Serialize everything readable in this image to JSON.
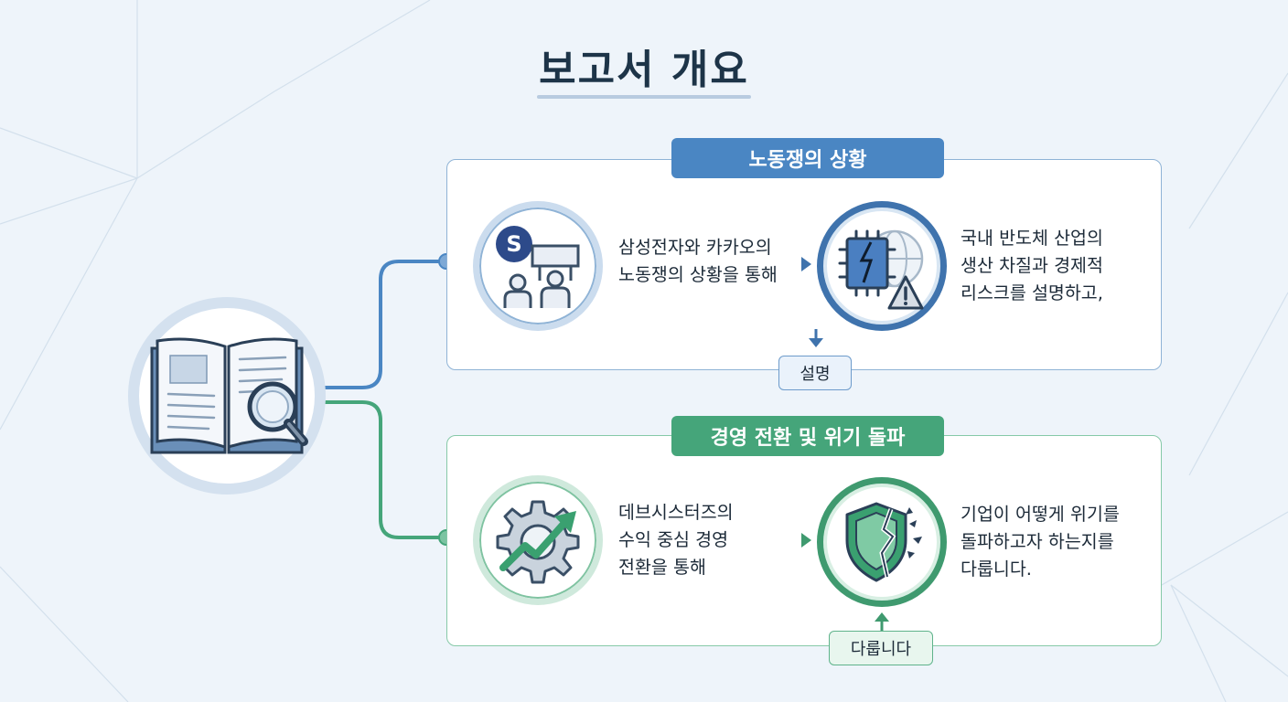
{
  "title": "보고서 개요",
  "colors": {
    "blue_accent": "#4a86c3",
    "blue_dark": "#3f73ad",
    "green_accent": "#45a57a",
    "green_dark": "#3f9a6f",
    "background": "#eef4fa",
    "title_text": "#1d3448"
  },
  "center": {
    "icon": "book-magnifier-icon"
  },
  "sections": [
    {
      "header": "노동쟁의 상황",
      "left_icon": "protest-sign-icon",
      "badge_letter": "S",
      "left_text": [
        "삼성전자와 카카오의",
        "노동쟁의 상황을 통해"
      ],
      "right_icon": "chip-globe-warning-icon",
      "right_text": [
        "국내 반도체 산업의",
        "생산 차질과 경제적",
        "리스크를 설명하고,"
      ],
      "tag": "설명"
    },
    {
      "header": "경영 전환 및 위기 돌파",
      "left_icon": "gear-trend-arrow-icon",
      "left_text": [
        "데브시스터즈의",
        "수익 중심 경영",
        "전환을 통해"
      ],
      "right_icon": "broken-shield-icon",
      "right_text": [
        "기업이 어떻게 위기를",
        "돌파하고자 하는지를",
        "다룹니다."
      ],
      "tag": "다룹니다"
    }
  ]
}
